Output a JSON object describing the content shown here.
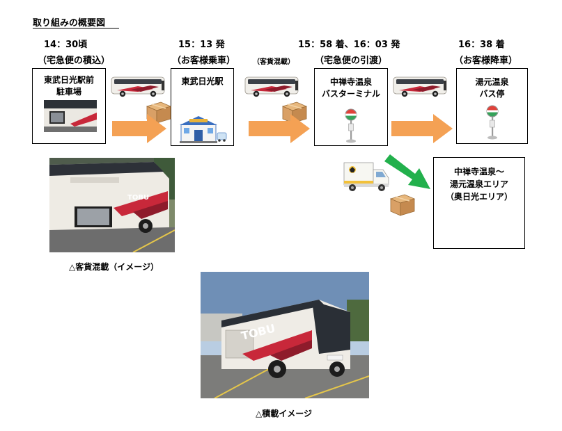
{
  "title": "取り組みの概要図",
  "stages": [
    {
      "time": "14：30頃",
      "caption": "（宅急便の積込）",
      "box": [
        "東武日光駅前",
        "駐車場"
      ]
    },
    {
      "time": "15：13 発",
      "caption": "（お客様乗車）",
      "box": [
        "東武日光駅"
      ]
    },
    {
      "time": "15：58 着、16：03 発",
      "caption": "（宅急便の引渡）",
      "box": [
        "中禅寺温泉",
        "バスターミナル"
      ]
    },
    {
      "time": "16：38 着",
      "caption": "（お客様降車）",
      "box": [
        "湯元温泉",
        "バス停"
      ]
    }
  ],
  "mixed_label": "（客貨混載）",
  "delivery_box": [
    "中禅寺温泉～",
    "湯元温泉エリア",
    "（奥日光エリア）"
  ],
  "photos": [
    {
      "caption": "△客貨混載（イメージ）",
      "brand": "TOBU"
    },
    {
      "caption": "△積載イメージ",
      "brand": "TOBU"
    }
  ],
  "colors": {
    "arrow_orange": "#f4a154",
    "arrow_green": "#22b04c",
    "bus_red": "#c8283a",
    "box_kraft": "#d9a066"
  }
}
